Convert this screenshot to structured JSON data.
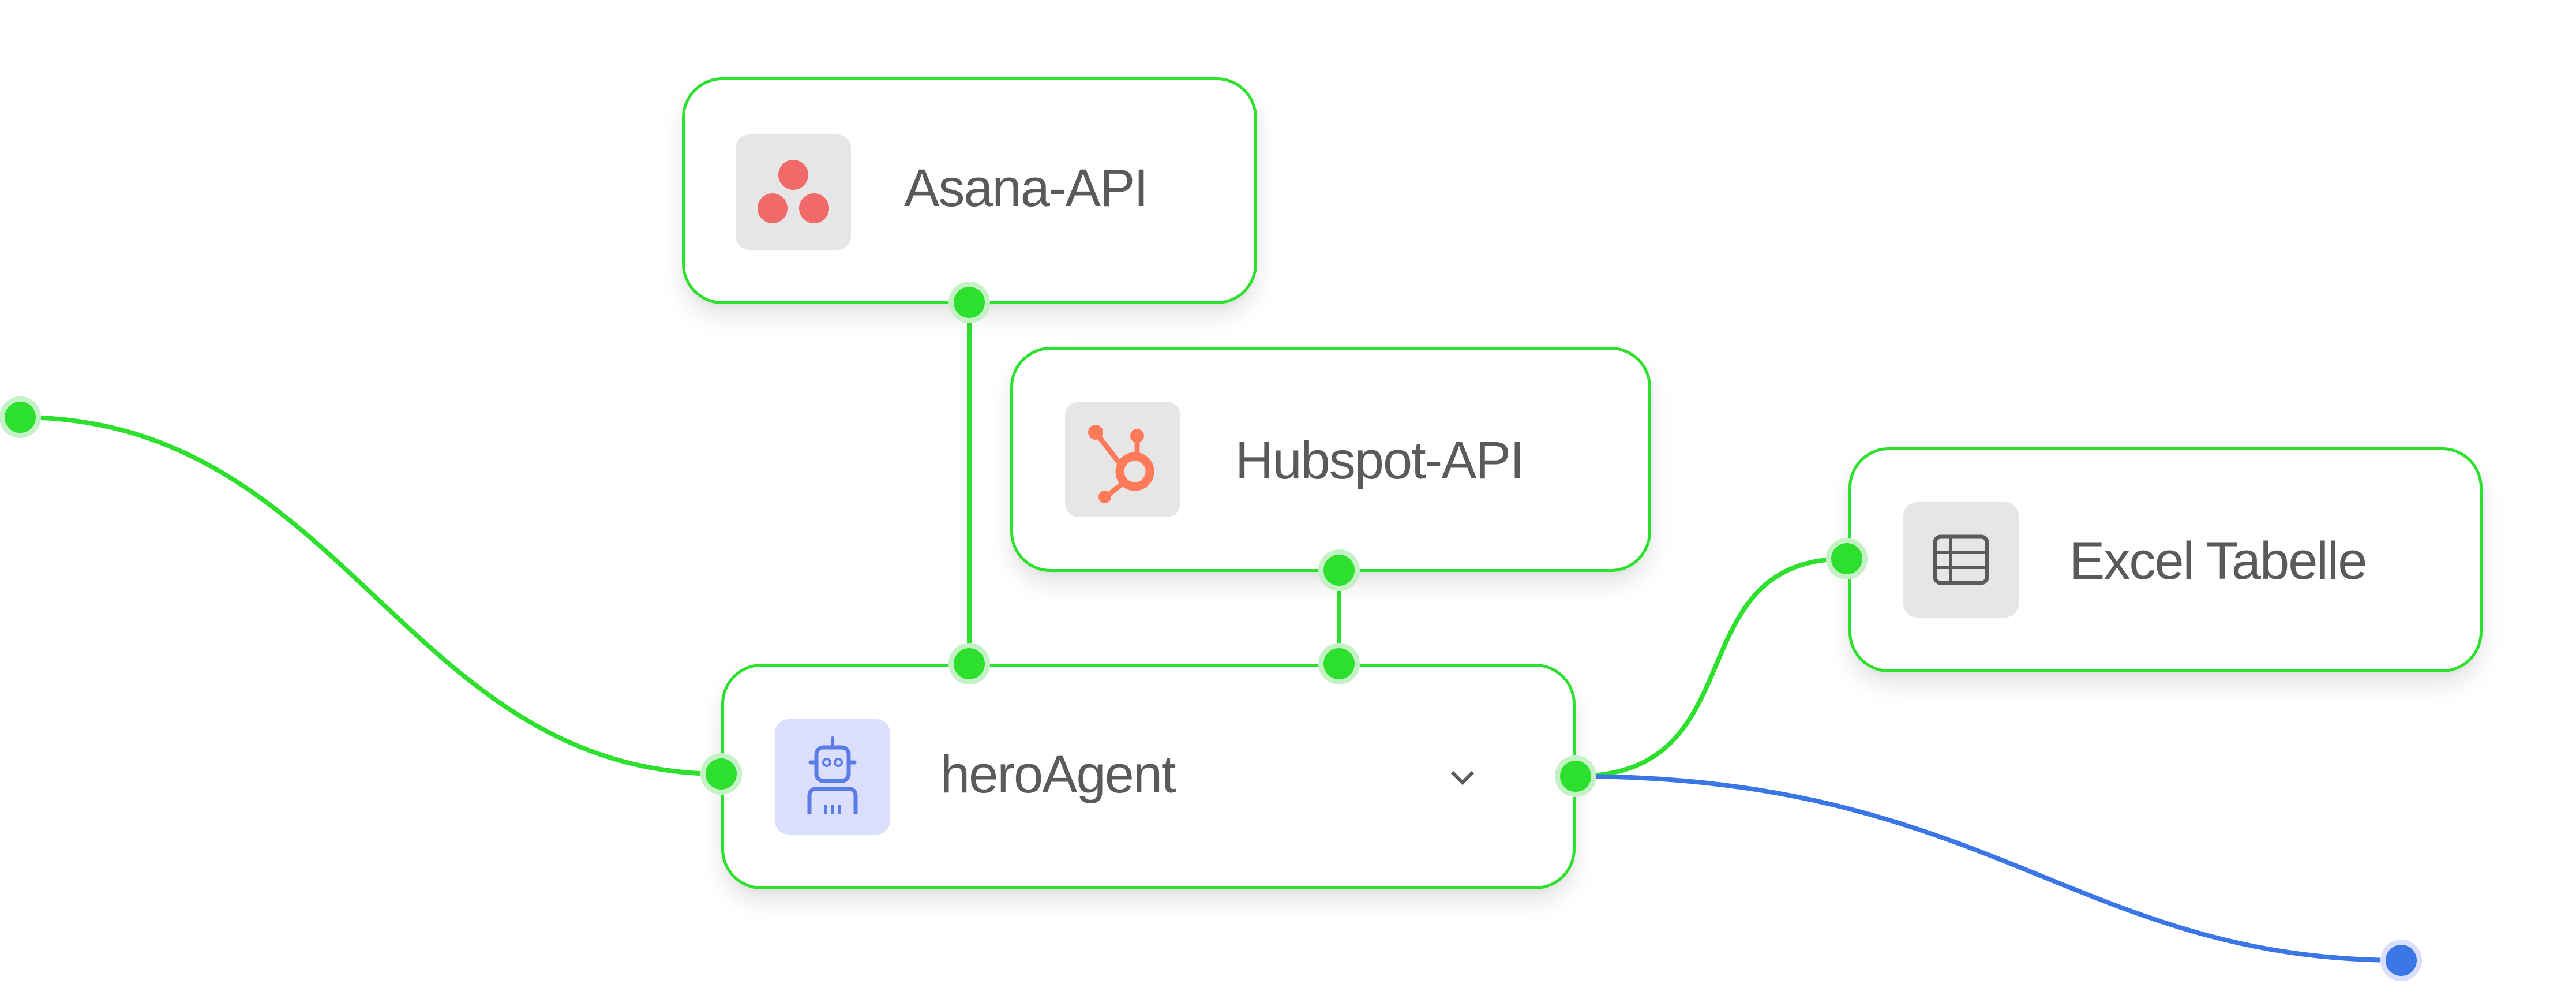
{
  "canvas": {
    "colors": {
      "connected": "#2ee02e",
      "connected_halo": "#c4f2c6",
      "pending": "#3a76e6",
      "pending_halo": "#dcdffb",
      "label": "#5a5a5a"
    }
  },
  "nodes": {
    "asana": {
      "label": "Asana-API",
      "icon": "asana-logo-icon",
      "icon_color": "#f06a6a",
      "icon_bg": "#e6e6e6"
    },
    "hubspot": {
      "label": "Hubspot-API",
      "icon": "hubspot-logo-icon",
      "icon_color": "#ff7a59",
      "icon_bg": "#e6e6e6"
    },
    "agent": {
      "label": "heroAgent",
      "icon": "robot-icon",
      "icon_color": "#5b7be6",
      "icon_bg": "#dcdffb",
      "expand": "chevron-down-icon"
    },
    "excel": {
      "label": "Excel Tabelle",
      "icon": "table-icon",
      "icon_color": "#5a5a5a",
      "icon_bg": "#e6e6e6"
    }
  },
  "edges": [
    {
      "from": "input",
      "to": "agent",
      "status": "connected"
    },
    {
      "from": "asana",
      "to": "agent",
      "status": "connected"
    },
    {
      "from": "hubspot",
      "to": "agent",
      "status": "connected"
    },
    {
      "from": "agent",
      "to": "excel",
      "status": "connected"
    },
    {
      "from": "agent",
      "to": "output",
      "status": "pending"
    }
  ]
}
